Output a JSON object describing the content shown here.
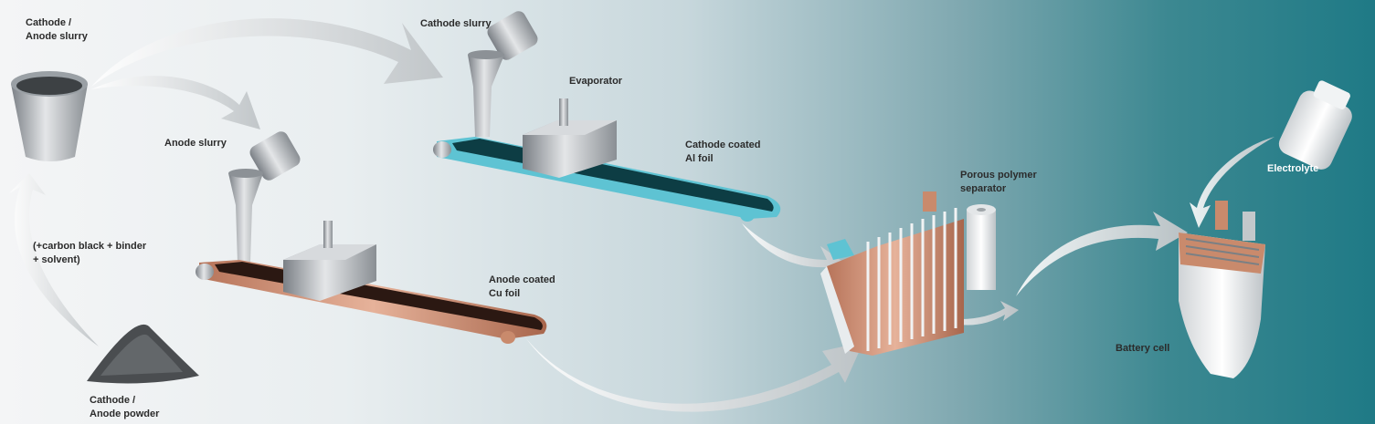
{
  "labels": {
    "slurry_cup": "Cathode /\nAnode slurry",
    "cathode_slurry": "Cathode slurry",
    "anode_slurry": "Anode slurry",
    "evaporator": "Evaporator",
    "cathode_coated": "Cathode coated\nAl foil",
    "additives": "(+carbon black + binder\n+ solvent)",
    "anode_coated": "Anode coated\nCu foil",
    "separator": "Porous polymer\nseparator",
    "electrolyte": "Electrolyte",
    "battery_cell": "Battery cell",
    "powder": "Cathode /\nAnode powder"
  },
  "colors": {
    "arrow": "#d9dcde",
    "metal": "#a9aeb2",
    "aluminium_foil": "#5ec3d3",
    "copper_foil": "#c98a6c",
    "cathode_coating": "#0d3d44",
    "anode_coating": "#2b1812"
  }
}
